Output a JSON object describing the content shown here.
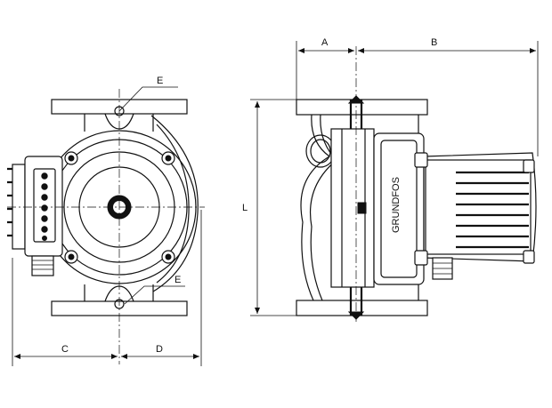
{
  "labels": {
    "A": "A",
    "B": "B",
    "C": "C",
    "D": "D",
    "E_top": "E",
    "E_bottom": "E",
    "L": "L"
  },
  "nameplate_text": "GRUNDFOS"
}
